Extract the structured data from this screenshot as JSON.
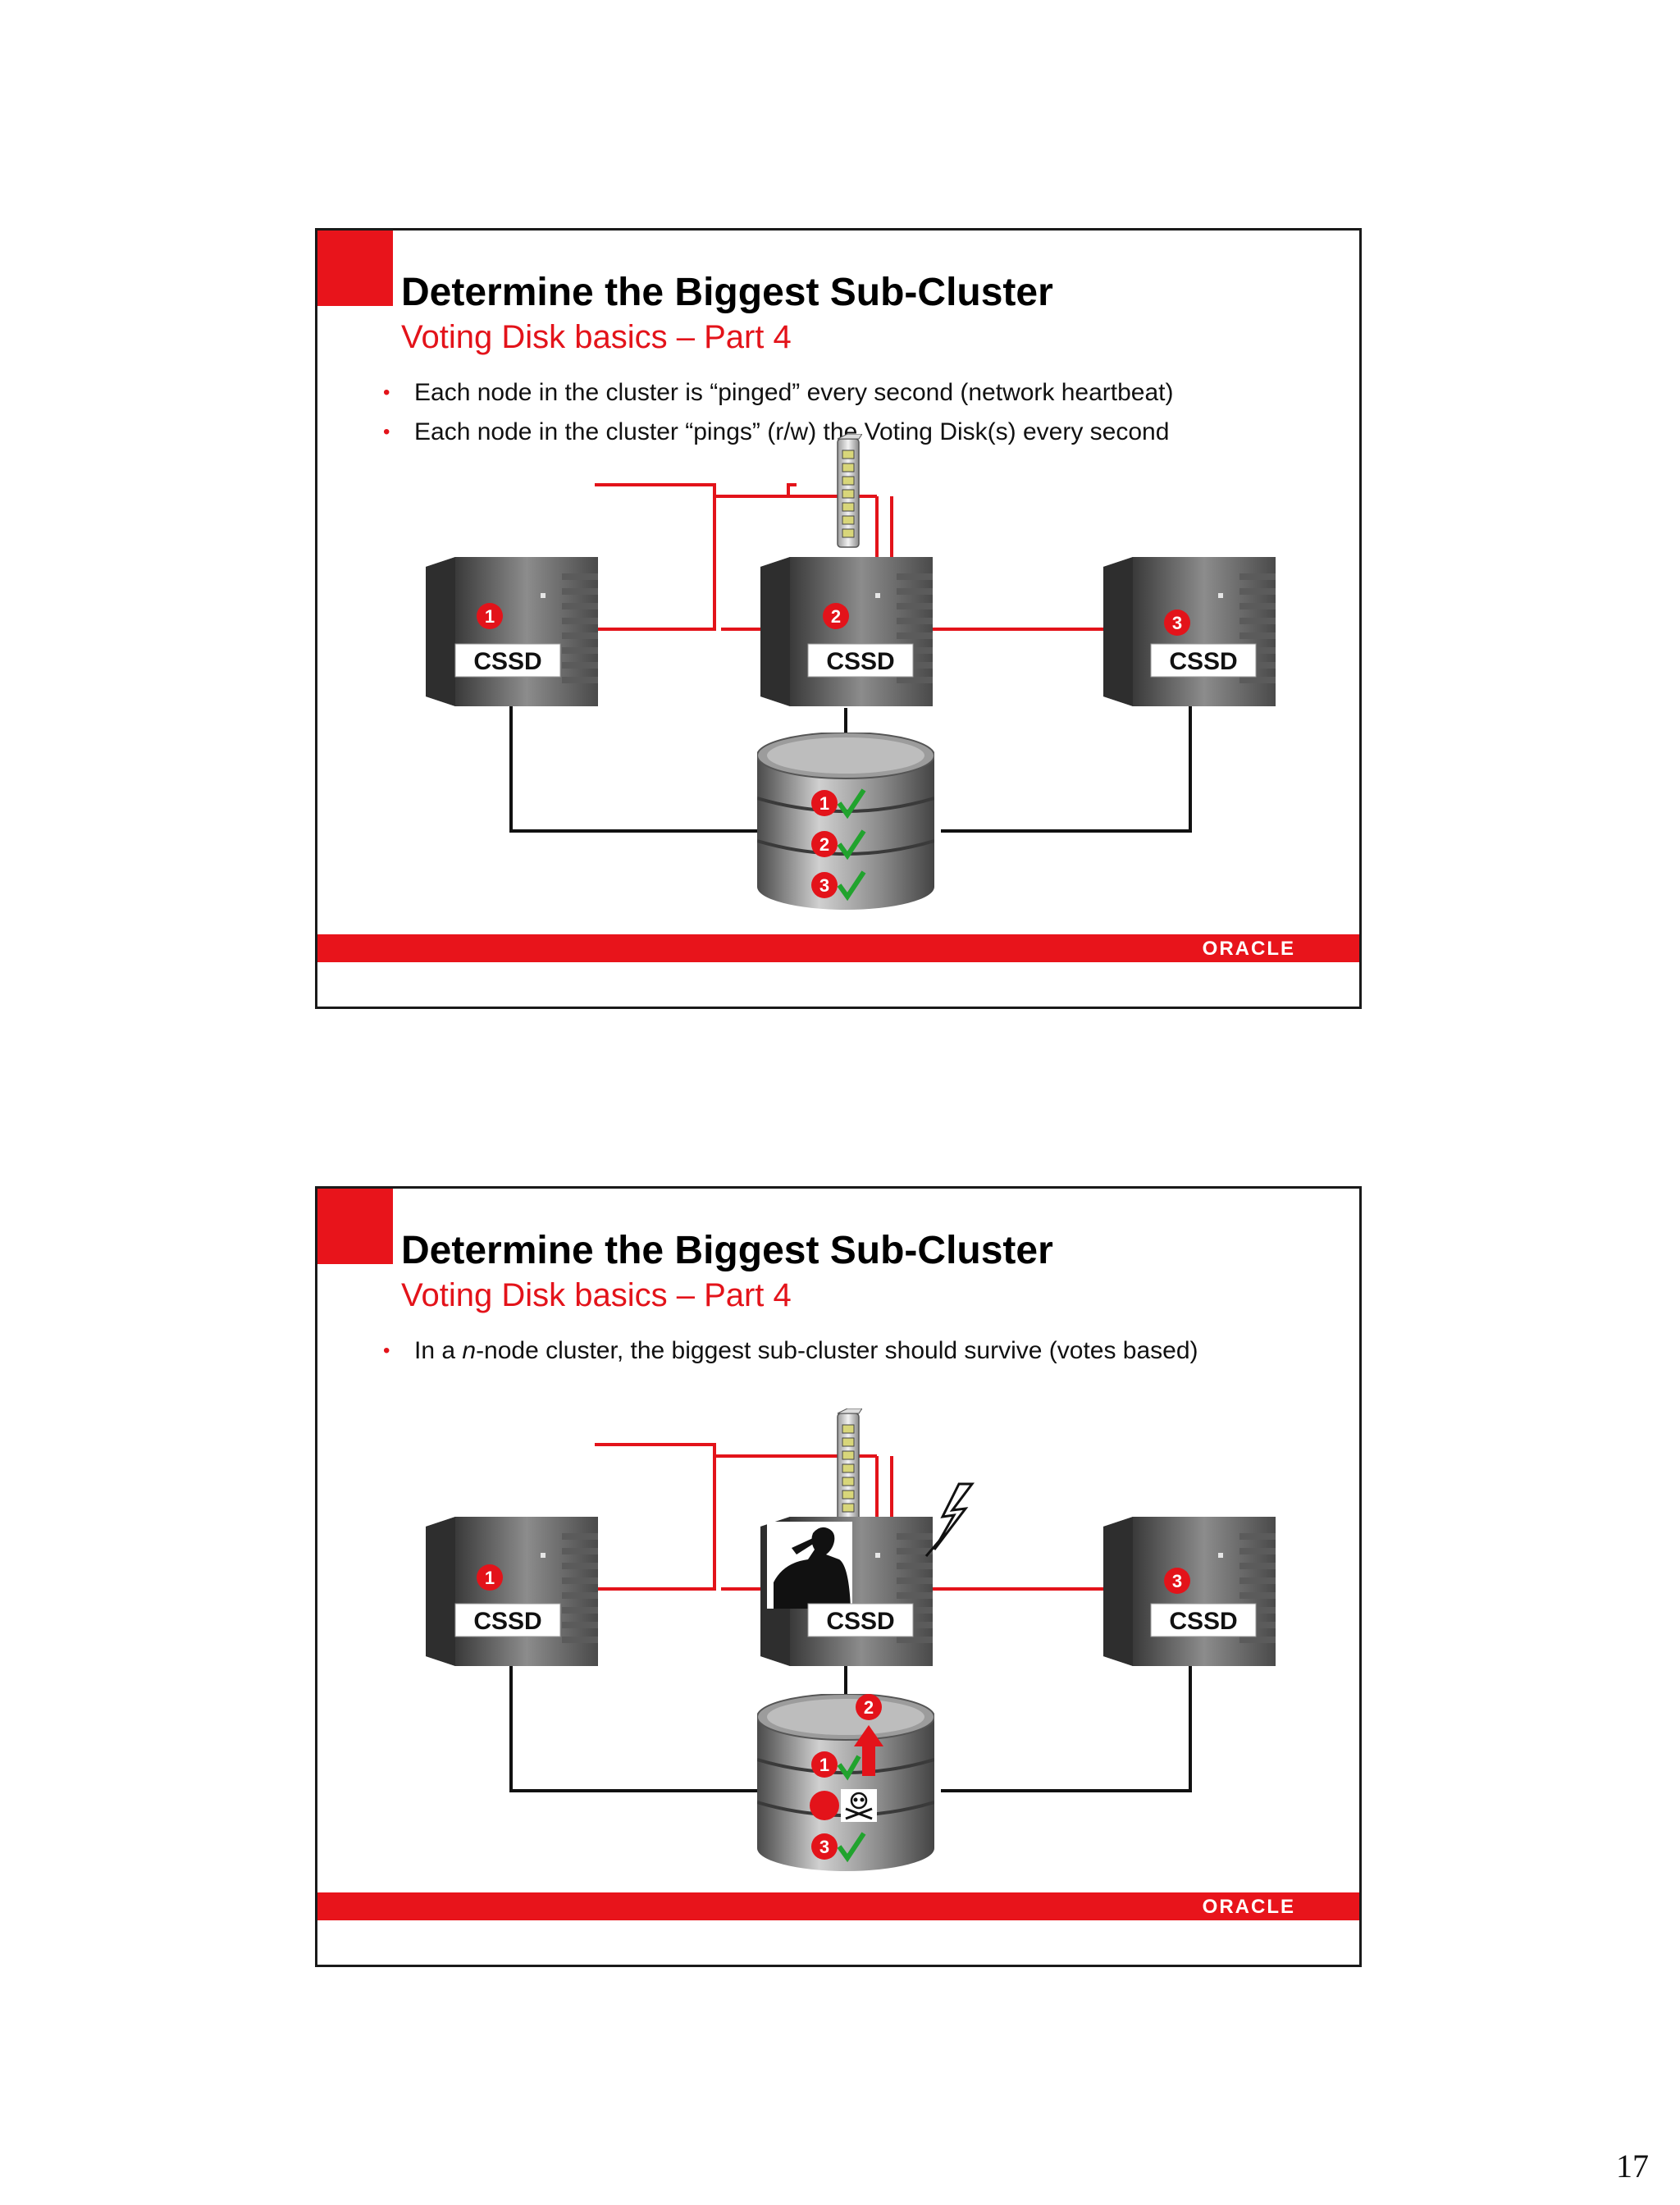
{
  "slides": [
    {
      "title": "Determine the Biggest Sub-Cluster",
      "subtitle": "Voting Disk basics – Part 4",
      "bullets": [
        "Each node in the cluster is “pinged” every second (network heartbeat)",
        "Each node in the cluster “pings” (r/w) the Voting Disk(s) every second"
      ],
      "nodes": [
        {
          "number": "1",
          "label": "CSSD"
        },
        {
          "number": "2",
          "label": "CSSD"
        },
        {
          "number": "3",
          "label": "CSSD"
        }
      ],
      "disk_votes": [
        {
          "number": "1",
          "status": "check-icon"
        },
        {
          "number": "2",
          "status": "check-icon"
        },
        {
          "number": "3",
          "status": "check-icon"
        }
      ],
      "logo": "ORACLE"
    },
    {
      "title": "Determine the Biggest Sub-Cluster",
      "subtitle": "Voting Disk basics – Part 4",
      "bullet_prefix": "In a ",
      "bullet_emphasis": "n",
      "bullet_suffix": "-node cluster, the biggest sub-cluster should survive (votes based)",
      "nodes": [
        {
          "number": "1",
          "label": "CSSD"
        },
        {
          "number": "",
          "label": "CSSD"
        },
        {
          "number": "3",
          "label": "CSSD"
        }
      ],
      "disk_badge": "2",
      "disk_votes": [
        {
          "number": "1",
          "status": "check-icon"
        },
        {
          "number": "",
          "status": "skull-icon"
        },
        {
          "number": "3",
          "status": "check-icon"
        }
      ],
      "logo": "ORACLE"
    }
  ],
  "page_number": "17",
  "colors": {
    "accent": "#e8141b",
    "check": "#21a32e",
    "text": "#111111"
  }
}
